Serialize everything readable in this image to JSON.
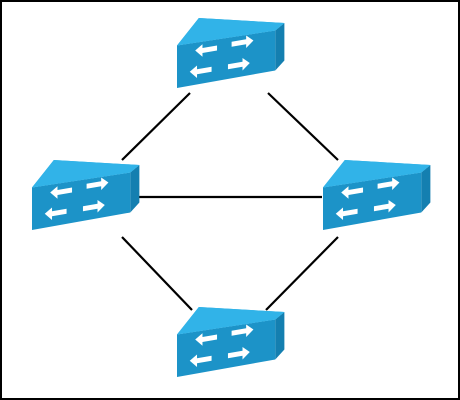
{
  "diagram": {
    "type": "network-topology",
    "device_type": "switch",
    "device_icon": "network-switch-icon",
    "colors": {
      "frame": "#000000",
      "link": "#000000",
      "switch_top": "#2faee3",
      "switch_front": "#1c93c8",
      "switch_side": "#147fb0",
      "arrows": "#ffffff"
    },
    "nodes": [
      {
        "id": "switch-top"
      },
      {
        "id": "switch-left"
      },
      {
        "id": "switch-right"
      },
      {
        "id": "switch-bottom"
      }
    ],
    "links": [
      {
        "from": "switch-top",
        "to": "switch-left"
      },
      {
        "from": "switch-top",
        "to": "switch-right"
      },
      {
        "from": "switch-left",
        "to": "switch-right"
      },
      {
        "from": "switch-left",
        "to": "switch-bottom"
      },
      {
        "from": "switch-right",
        "to": "switch-bottom"
      }
    ]
  }
}
